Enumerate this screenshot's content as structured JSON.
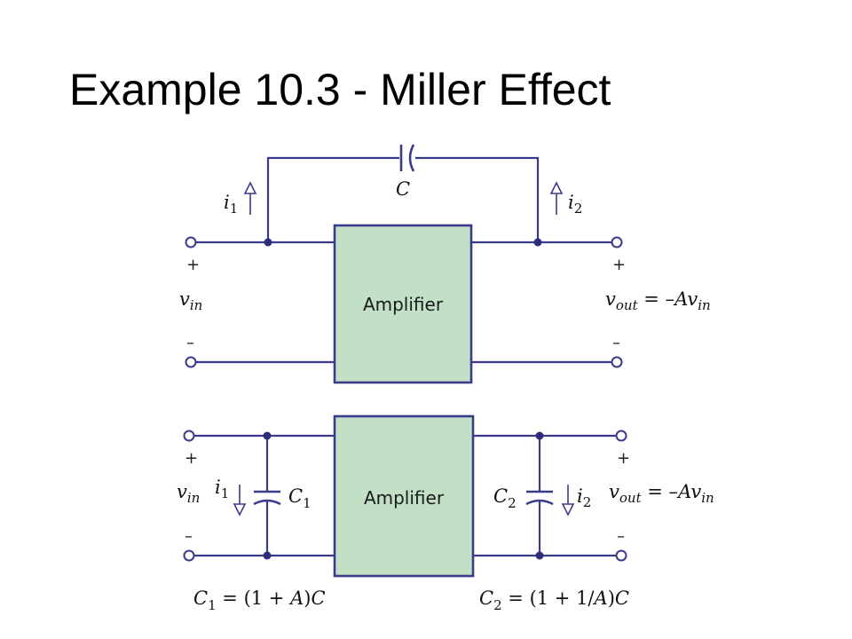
{
  "slide": {
    "title": "Example 10.3 - Miller Effect"
  },
  "top_circuit": {
    "capacitor_label": "C",
    "amplifier_label": "Amplifier",
    "current_left": "i",
    "current_left_sub": "1",
    "current_right": "i",
    "current_right_sub": "2",
    "input_plus": "+",
    "input_minus": "–",
    "output_plus": "+",
    "output_minus": "–",
    "vin_var": "v",
    "vin_sub": "in",
    "vout_var": "v",
    "vout_sub": "out",
    "vout_eq": " = –",
    "vout_gain": "Av",
    "vout_gain_sub": "in"
  },
  "bottom_circuit": {
    "amplifier_label": "Amplifier",
    "c1_var": "C",
    "c1_sub": "1",
    "c2_var": "C",
    "c2_sub": "2",
    "current_left": "i",
    "current_left_sub": "1",
    "current_right": "i",
    "current_right_sub": "2",
    "input_plus": "+",
    "input_minus": "–",
    "output_plus": "+",
    "output_minus": "–",
    "vin_var": "v",
    "vin_sub": "in",
    "vout_var": "v",
    "vout_sub": "out",
    "vout_eq": " = –",
    "vout_gain": "Av",
    "vout_gain_sub": "in",
    "eq1_var": "C",
    "eq1_sub": "1",
    "eq1_mid": " = (1 + ",
    "eq1_a": "A",
    "eq1_close": ")",
    "eq1_c": "C",
    "eq2_var": "C",
    "eq2_sub": "2",
    "eq2_mid": " = (1 + 1/",
    "eq2_a": "A",
    "eq2_close": ")",
    "eq2_c": "C"
  }
}
